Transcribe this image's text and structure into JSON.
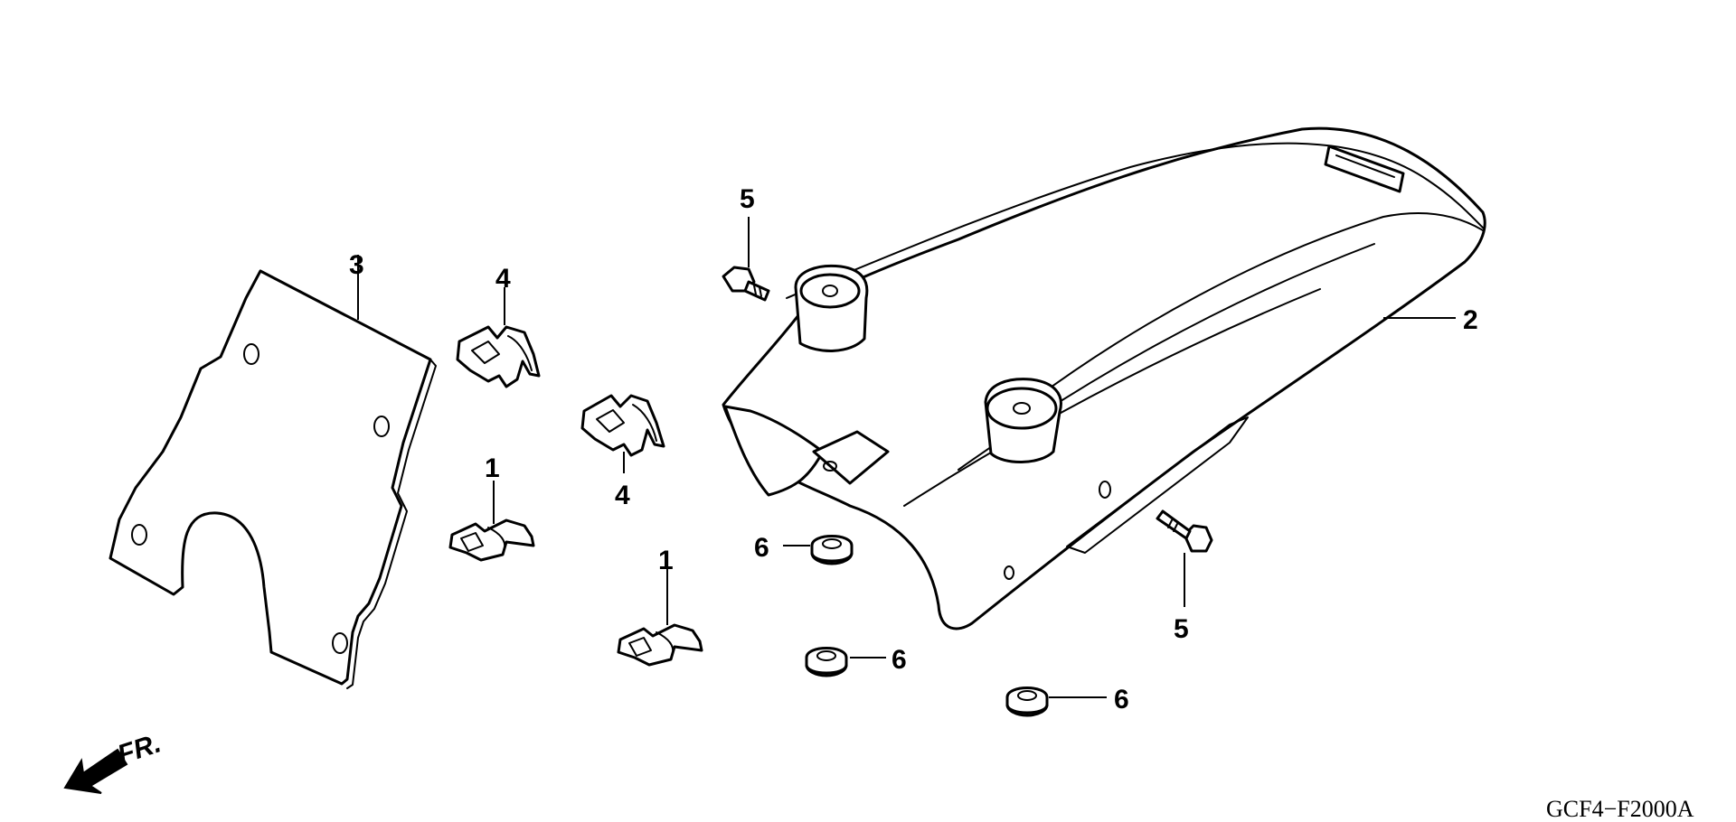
{
  "callouts": {
    "c1a": "1",
    "c1b": "1",
    "c2": "2",
    "c3": "3",
    "c4a": "4",
    "c4b": "4",
    "c5a": "5",
    "c5b": "5",
    "c6a": "6",
    "c6b": "6",
    "c6c": "6"
  },
  "direction": {
    "label": "FR."
  },
  "figure_code": "GCF4−F2000A",
  "colors": {
    "ink": "#000000",
    "paper": "#ffffff"
  }
}
